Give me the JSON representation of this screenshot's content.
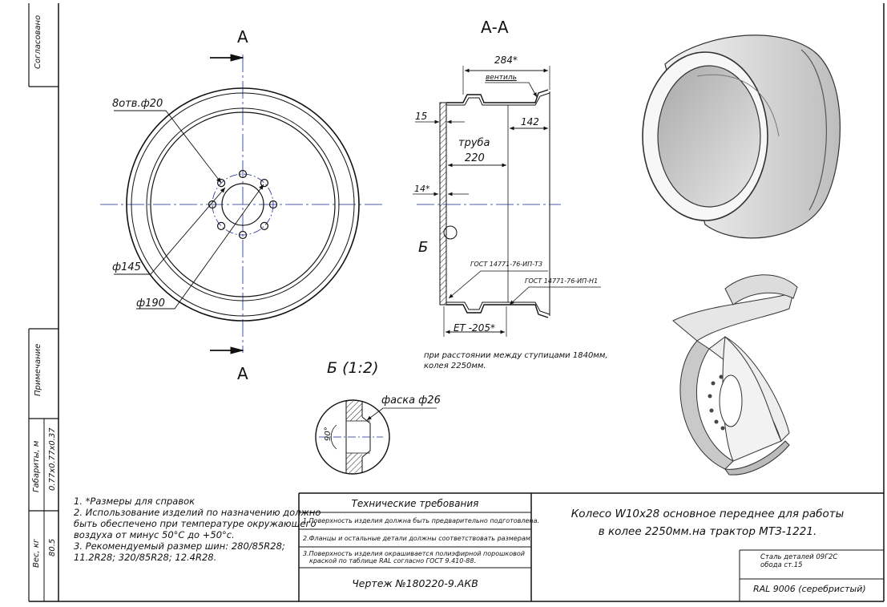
{
  "sidebar": {
    "approved": "Согласовано",
    "remarks": "Примечание",
    "dims_label": "Габариты, м",
    "dims_value": "0.77x0.77x0.37",
    "weight_label": "Вес, кг",
    "weight_value": "80.5"
  },
  "front_view": {
    "section_letter_top": "А",
    "section_letter_bottom": "А",
    "holes_label": "8отв.ф20",
    "d145_label": "ф145",
    "d190_label": "ф190"
  },
  "section_view": {
    "title": "А-А",
    "dim_284": "284*",
    "valve": "вентиль",
    "dim_15": "15",
    "dim_142": "142",
    "tube_word": "труба",
    "tube_value": "220",
    "dim_14": "14*",
    "detail_letter": "Б",
    "gost_t3": "ГОСТ 14771-76-ИП-Т3",
    "gost_n1": "ГОСТ 14771-76-ИП-Н1",
    "et": "ET -205*"
  },
  "hub_note": {
    "line1": "при расстоянии между ступицами 1840мм,",
    "line2": "колея 2250мм."
  },
  "detail": {
    "title": "Б (1:2)",
    "chamfer": "фаска ф26",
    "angle": "90°"
  },
  "notes": {
    "n1": "1. *Размеры для справок",
    "n2a": "2. Использование изделий по назначению должно",
    "n2b": "быть обеспечено при температуре окружающего",
    "n2c": "воздуха от минус 50°С до +50°с.",
    "n3a": "3. Рекомендуемый размер шин: 280/85R28;",
    "n3b": "11.2R28; 320/85R28; 12.4R28."
  },
  "title_block": {
    "tech_req_title": "Технические требования",
    "req1": "1.Поверхность изделия должна быть предварительно подготовлена.",
    "req2": "2.Фланцы и остальные детали должны соответствовать размерам.",
    "req3a": "3.Поверхность изделия окрашивается полиэфирной порошковой",
    "req3b": "краской по таблице RAL согласно ГОСТ 9.410-88.",
    "drawing_no": "Чертеж №180220-9.АКВ",
    "name_line1": "Колесо W10x28 основное переднее для работы",
    "name_line2": "в колее 2250мм.на трактор МТЗ-1221.",
    "material_line1": "Сталь деталей 09Г2С",
    "material_line2": "обода ст.15",
    "color": "RAL 9006 (серебристый)"
  }
}
